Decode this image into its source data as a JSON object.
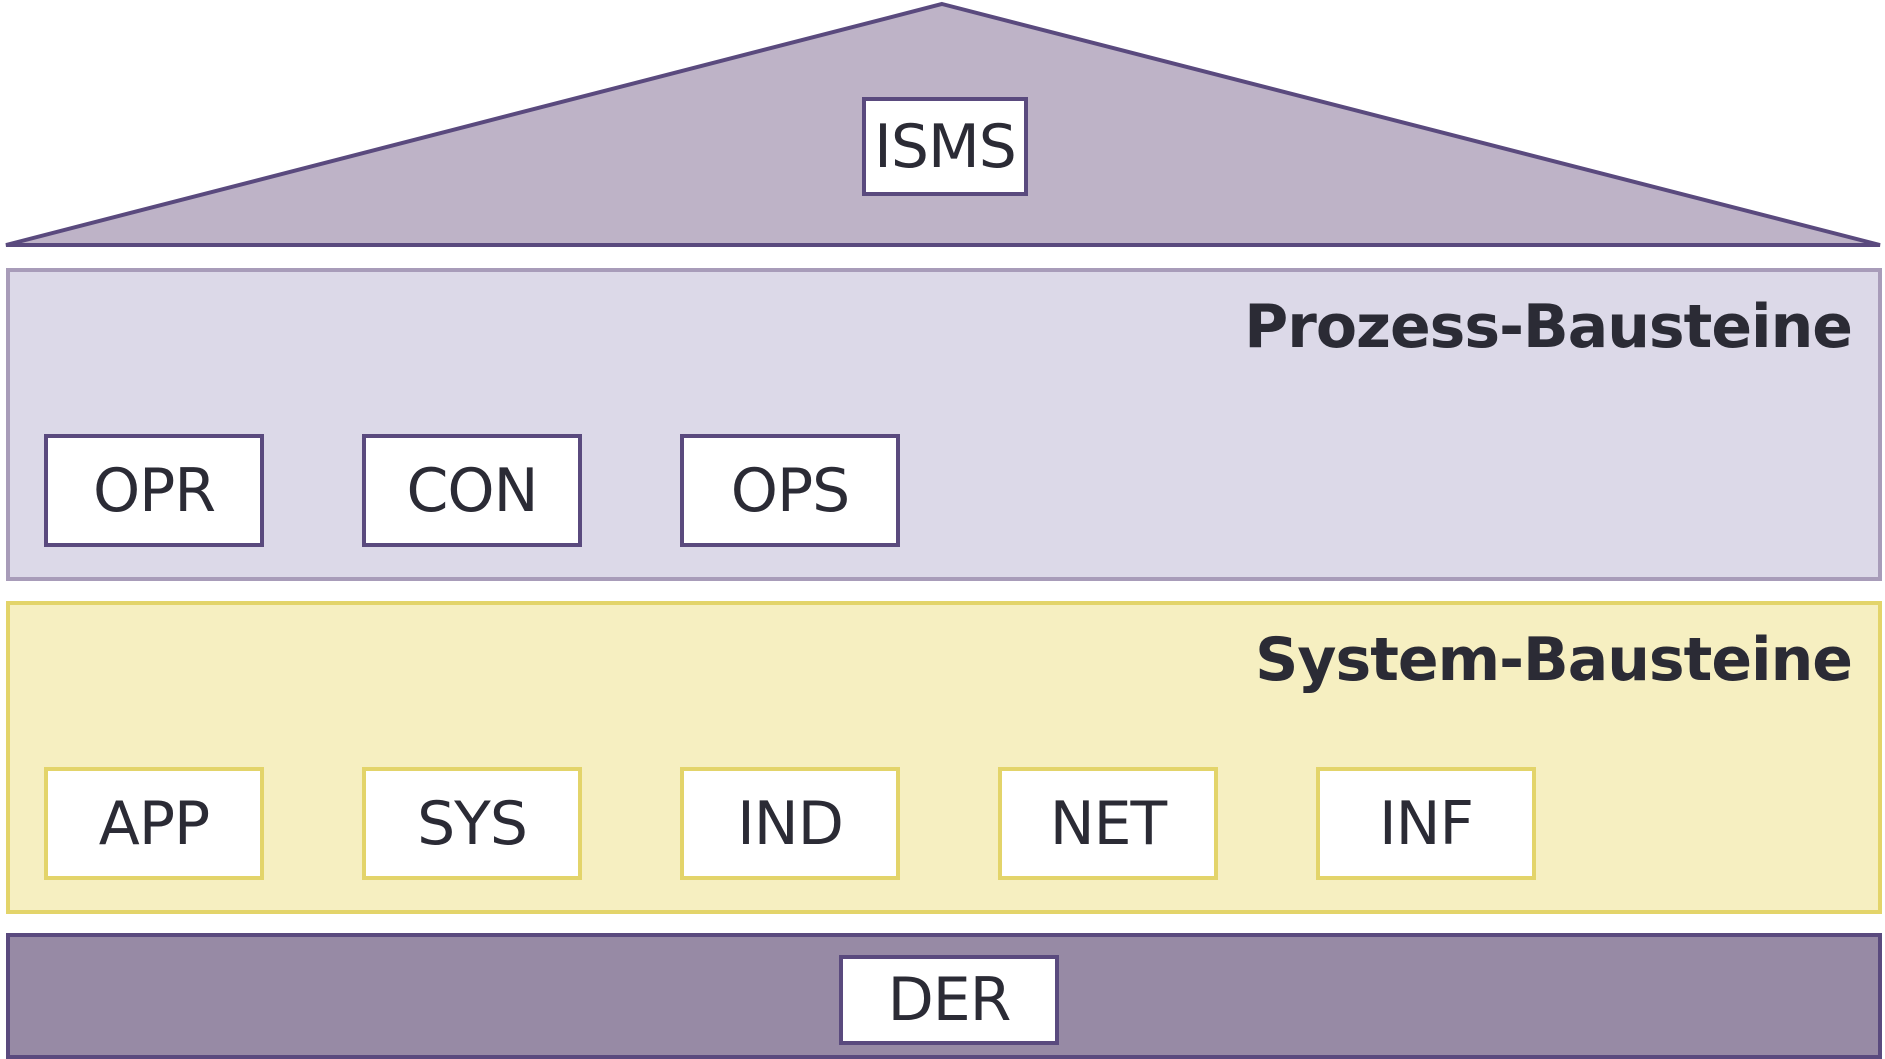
{
  "roof": {
    "label": "ISMS"
  },
  "process_layer": {
    "title": "Prozess-Bausteine",
    "modules": [
      "OPR",
      "CON",
      "OPS"
    ]
  },
  "system_layer": {
    "title": "System-Bausteine",
    "modules": [
      "APP",
      "SYS",
      "IND",
      "NET",
      "INF"
    ]
  },
  "base": {
    "label": "DER"
  },
  "colors": {
    "roof_fill": "#beb3c7",
    "dark_purple": "#5a4a7e",
    "process_fill": "#dcd9e8",
    "process_border": "#a89cb9",
    "system_fill": "#f6efc1",
    "system_border": "#e3d46a",
    "base_fill": "#978aa5"
  }
}
